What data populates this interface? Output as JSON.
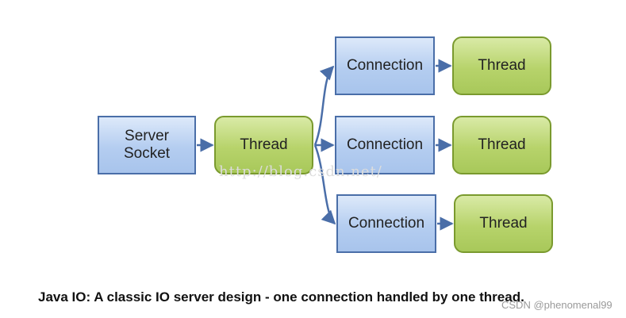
{
  "diagram": {
    "nodes": {
      "server_socket": "Server\nSocket",
      "thread_main": "Thread",
      "connection_1": "Connection",
      "connection_2": "Connection",
      "connection_3": "Connection",
      "thread_1": "Thread",
      "thread_2": "Thread",
      "thread_3": "Thread"
    },
    "edges": [
      {
        "from": "server_socket",
        "to": "thread_main"
      },
      {
        "from": "thread_main",
        "to": "connection_1"
      },
      {
        "from": "thread_main",
        "to": "connection_2"
      },
      {
        "from": "thread_main",
        "to": "connection_3"
      },
      {
        "from": "connection_1",
        "to": "thread_1"
      },
      {
        "from": "connection_2",
        "to": "thread_2"
      },
      {
        "from": "connection_3",
        "to": "thread_3"
      }
    ],
    "caption": "Java IO: A classic IO server design - one connection handled by one thread.",
    "watermark": "http://blog.csdn.net/",
    "credit": "CSDN @phenomenal99"
  },
  "colors": {
    "arrow": "#4a6ea8",
    "rect_fill": "#b4cdf0",
    "rect_border": "#4a6ea8",
    "round_fill": "#b7d36b",
    "round_border": "#7a9a2e"
  }
}
